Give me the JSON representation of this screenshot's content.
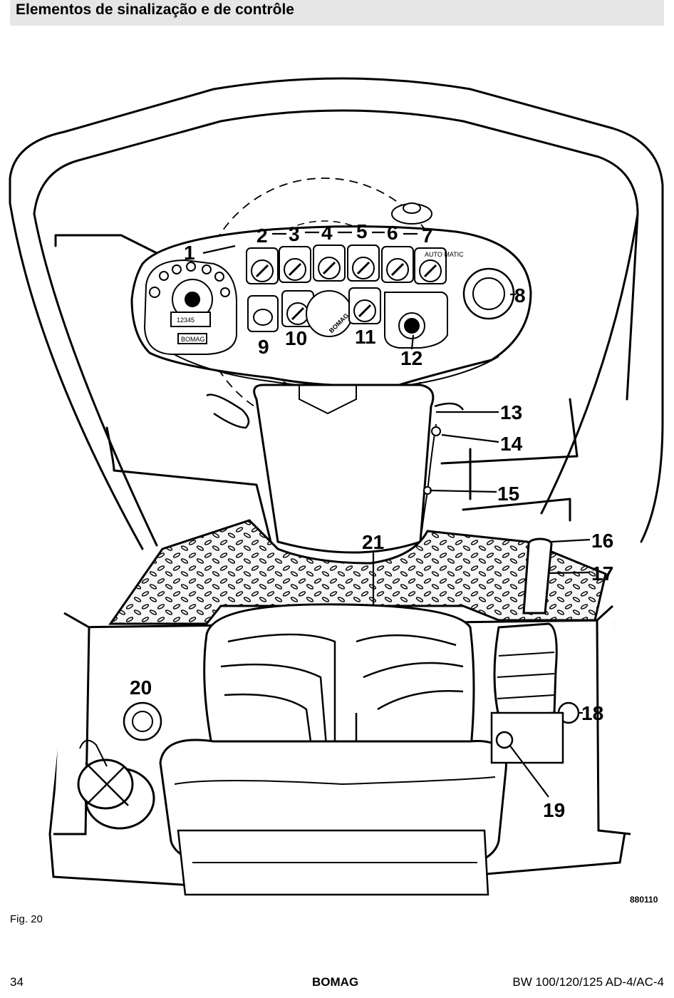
{
  "header": {
    "title": "Elementos de sinalização e de contrôle"
  },
  "figure": {
    "caption": "Fig. 20",
    "code": "880110",
    "callouts": [
      "1",
      "2",
      "3",
      "4",
      "5",
      "6",
      "7",
      "8",
      "9",
      "10",
      "11",
      "12",
      "13",
      "14",
      "15",
      "16",
      "17",
      "18",
      "19",
      "20",
      "21"
    ],
    "display_reading": "12345",
    "badge_text": "BOMAG",
    "auto_label": "AUTO MATIC"
  },
  "footer": {
    "page_number": "34",
    "brand": "BOMAG",
    "model": "BW 100/120/125 AD-4/AC-4"
  }
}
